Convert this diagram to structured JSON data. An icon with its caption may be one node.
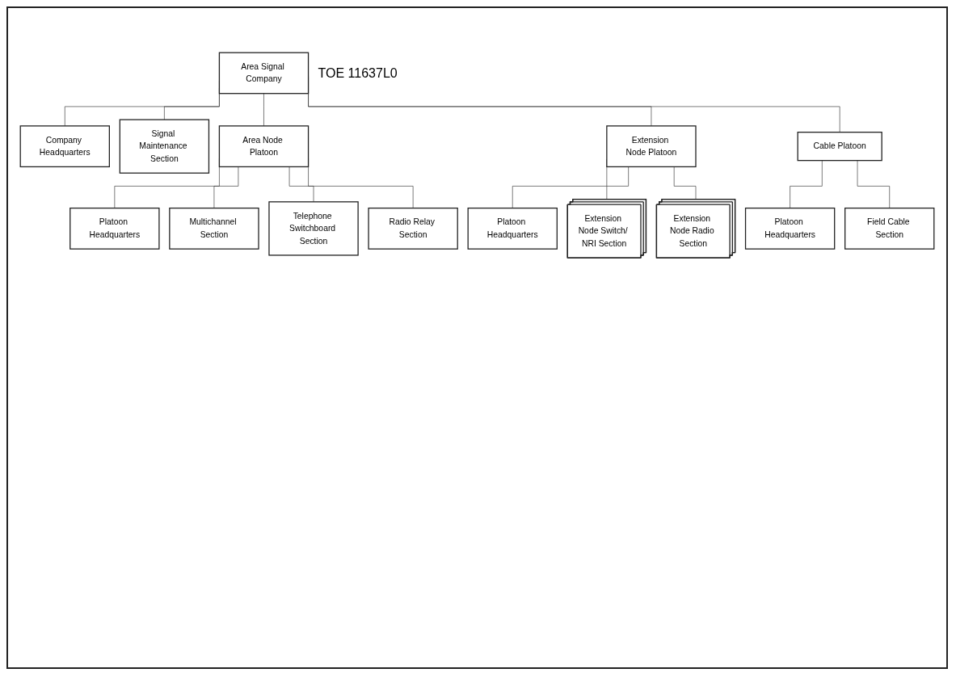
{
  "diagram": {
    "nodes": [
      {
        "text": [
          "Area Signal Company"
        ],
        "beside": [
          "TOE 11637L0"
        ]
      },
      {
        "text": [
          "Company Headquarters"
        ]
      },
      {
        "text": [
          "Signal Maintenance Section"
        ]
      },
      {
        "text": [
          "Area Node Platoon"
        ]
      },
      {
        "text": [
          "Extension Node Platoon"
        ]
      },
      {
        "text": [
          "Cable Platoon"
        ]
      },
      {
        "text": [
          "Platoon Headquarters"
        ]
      },
      {
        "text": [
          "Multichannel Section"
        ]
      },
      {
        "text": [
          "Telephone Switchboard Section"
        ]
      },
      {
        "text": [
          "Radio Relay Section"
        ]
      },
      {
        "text": [
          "Platoon Headquarters"
        ]
      },
      {
        "text": [
          "Extension Node Switch/ NRI Section"
        ]
      },
      {
        "text": [
          "Extension Node Radio Section"
        ]
      },
      {
        "text": [
          "Platoon Headquarters"
        ]
      },
      {
        "text": [
          "Field Cable Section"
        ]
      }
    ],
    "edges": [
      {
        "from": 0,
        "to": 1,
        "arrow": "none"
      },
      {
        "from": 0,
        "to": 2,
        "arrow": "none"
      },
      {
        "from": 0,
        "to": 3,
        "arrow": "none"
      },
      {
        "from": 0,
        "to": 4,
        "arrow": "none"
      },
      {
        "from": 0,
        "to": 5,
        "arrow": "none"
      },
      {
        "from": 3,
        "to": 6,
        "arrow": "none"
      },
      {
        "from": 3,
        "to": 7,
        "arrow": "none"
      },
      {
        "from": 3,
        "to": 8,
        "arrow": "none"
      },
      {
        "from": 3,
        "to": 9,
        "arrow": "none"
      },
      {
        "from": 4,
        "to": 10,
        "arrow": "none"
      },
      {
        "from": 4,
        "to": 11,
        "arrow": "none"
      },
      {
        "from": 4,
        "to": 12,
        "arrow": "none"
      },
      {
        "from": 5,
        "to": 13,
        "arrow": "none"
      },
      {
        "from": 5,
        "to": 14,
        "arrow": "none"
      }
    ]
  }
}
